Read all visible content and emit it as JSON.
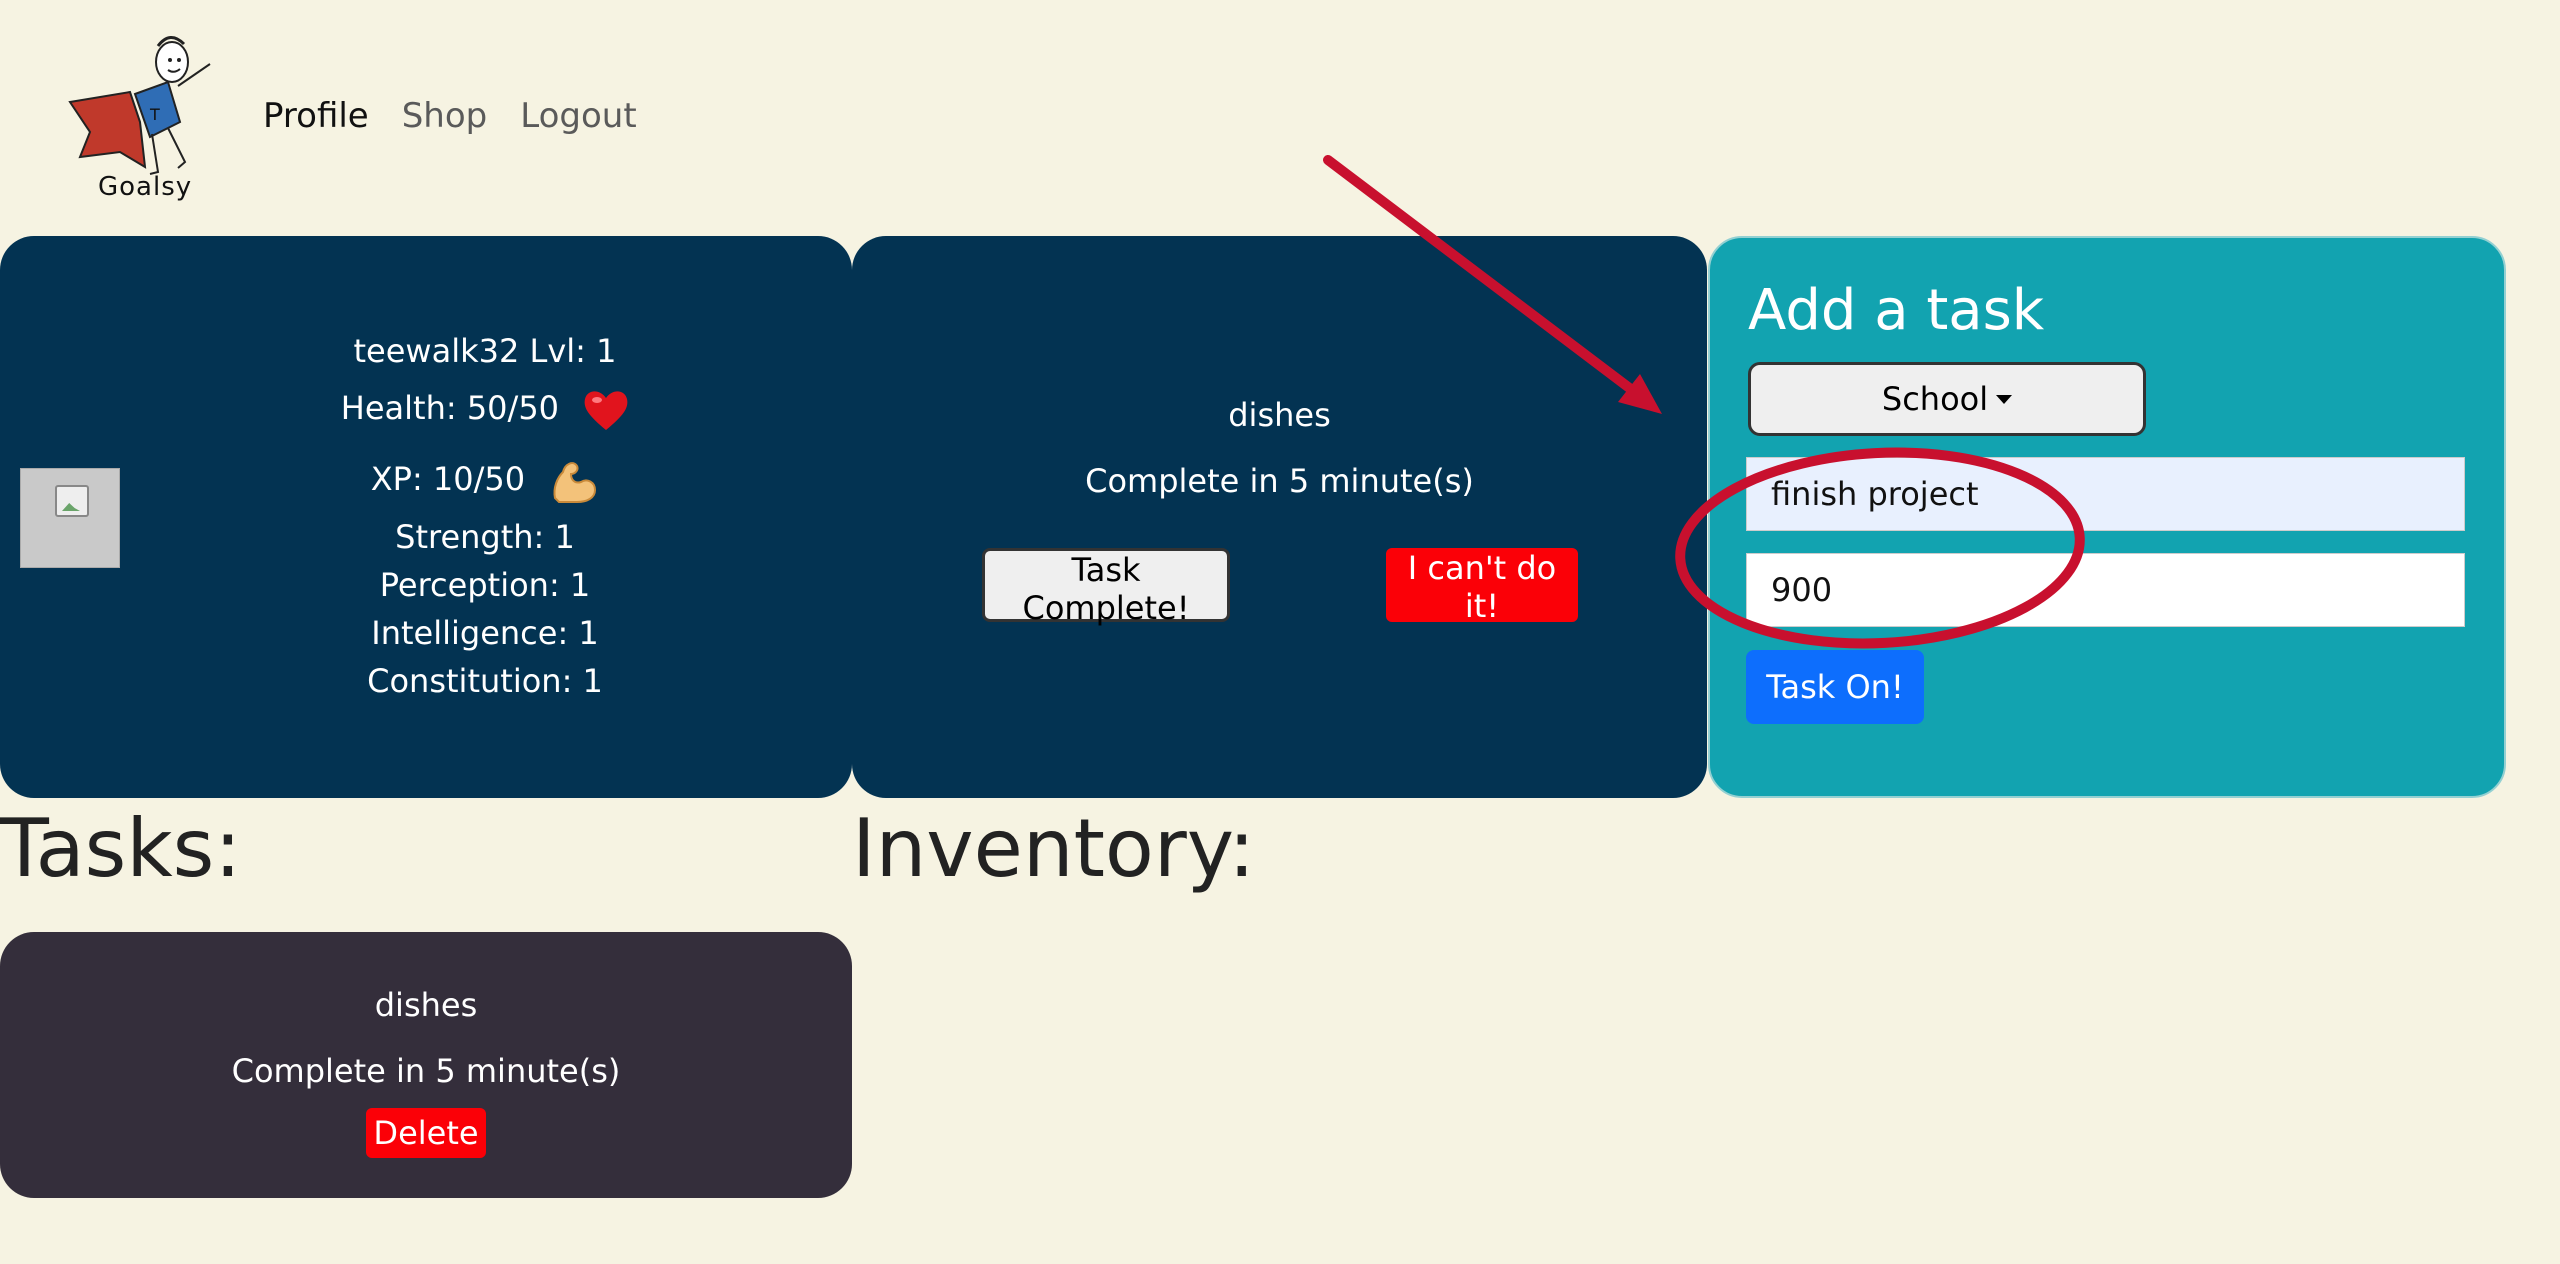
{
  "header": {
    "logo_text": "Goalsy",
    "nav": [
      {
        "label": "Profile",
        "active": true
      },
      {
        "label": "Shop",
        "active": false
      },
      {
        "label": "Logout",
        "active": false
      }
    ]
  },
  "profile": {
    "user_line": "teewalk32 Lvl: 1",
    "health": "Health: 50/50",
    "xp": "XP: 10/50",
    "strength": "Strength: 1",
    "perception": "Perception: 1",
    "intelligence": "Intelligence: 1",
    "constitution": "Constitution: 1"
  },
  "current_task": {
    "title": "dishes",
    "time": "Complete in 5 minute(s)",
    "complete_label": "Task Complete!",
    "fail_label": "I can't do it!"
  },
  "add_task": {
    "title": "Add a task",
    "category": "School",
    "name_value": "finish project",
    "minutes_value": "900",
    "submit_label": "Task On!"
  },
  "sections": {
    "tasks_heading": "Tasks:",
    "inventory_heading": "Inventory:"
  },
  "task_list": [
    {
      "title": "dishes",
      "time": "Complete in 5 minute(s)",
      "delete_label": "Delete"
    }
  ],
  "colors": {
    "page_bg": "#f6f3e2",
    "card_dark": "#033352",
    "card_teal": "#12a3b0",
    "task_card": "#342e3b",
    "danger": "#fb0007",
    "primary": "#0d6efd",
    "annotation": "#c8102e"
  }
}
